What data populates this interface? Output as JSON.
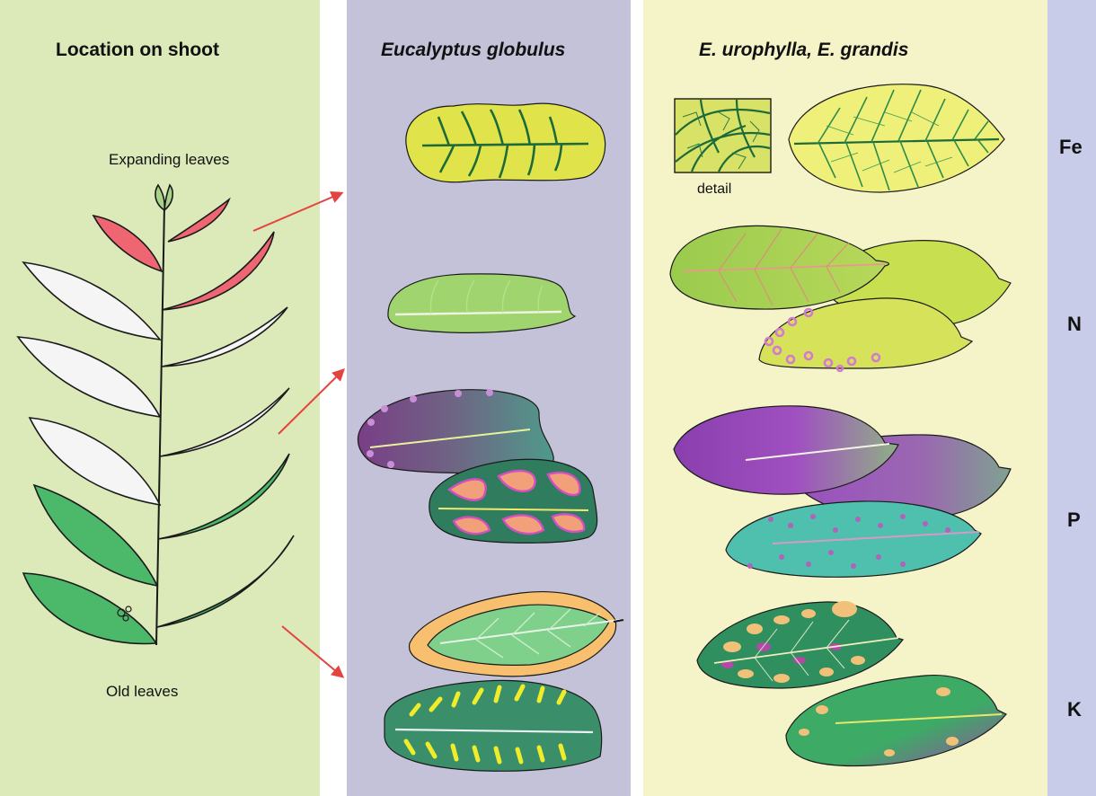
{
  "headings": {
    "location": "Location on shoot",
    "globulus": "Eucalyptus globulus",
    "urophylla": "E. urophylla, E. grandis"
  },
  "shoot_labels": {
    "expanding": "Expanding leaves",
    "old": "Old leaves"
  },
  "detail_label": "detail",
  "nutrients": [
    "Fe",
    "N",
    "P",
    "K"
  ],
  "colors": {
    "shoot_panel": "#dce9b8",
    "globulus_panel": "#c4c2d8",
    "urophylla_panel": "#f5f3c8",
    "letters_panel": "#c9cce9",
    "expanding_leaf": "#ee6672",
    "middle_leaf": "#f5f5f5",
    "old_leaf": "#4cb86a",
    "arrow": "#e4443f"
  }
}
